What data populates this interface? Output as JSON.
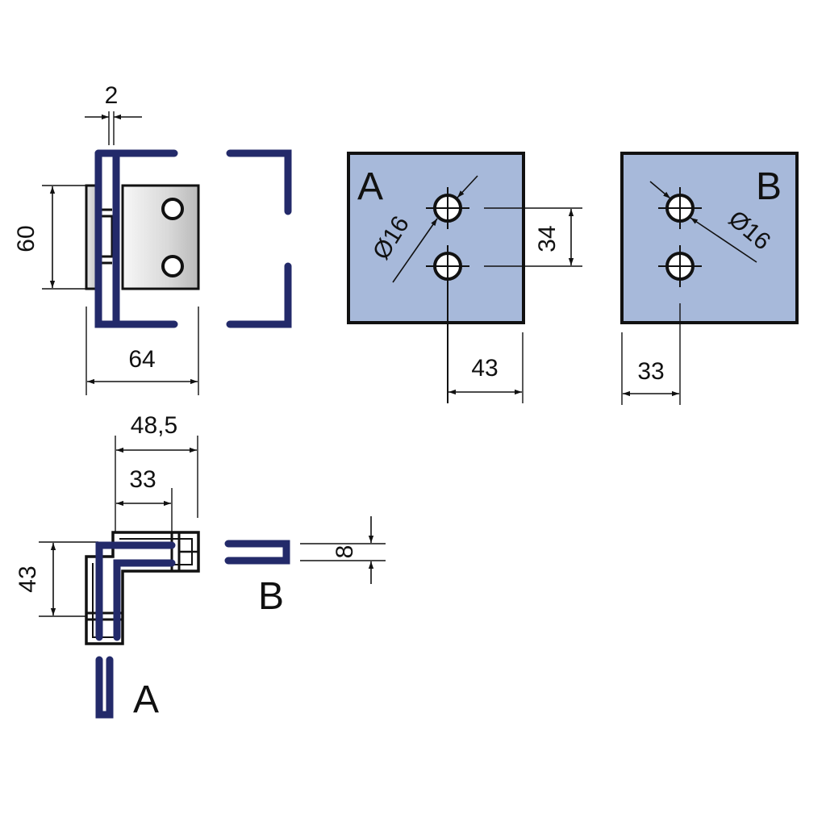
{
  "diagram": {
    "title": "Glass corner clamp dimensional drawing",
    "colors": {
      "glass": "#232a6a",
      "plate_fill": "#a7b9da",
      "metal_fill": "#d8d8d8",
      "line": "#111111"
    },
    "front_view": {
      "dim_glass_gap": "2",
      "dim_height": "60",
      "dim_width": "64"
    },
    "plate_a": {
      "label": "A",
      "hole_diameter": "Ø16",
      "hole_spacing": "34",
      "hole_offset": "43"
    },
    "plate_b": {
      "label": "B",
      "hole_diameter": "Ø16",
      "hole_offset": "33"
    },
    "top_view": {
      "dim_outer": "48,5",
      "dim_inner": "33",
      "dim_depth": "43",
      "dim_glass_thickness": "8",
      "label_a": "A",
      "label_b": "B"
    }
  }
}
